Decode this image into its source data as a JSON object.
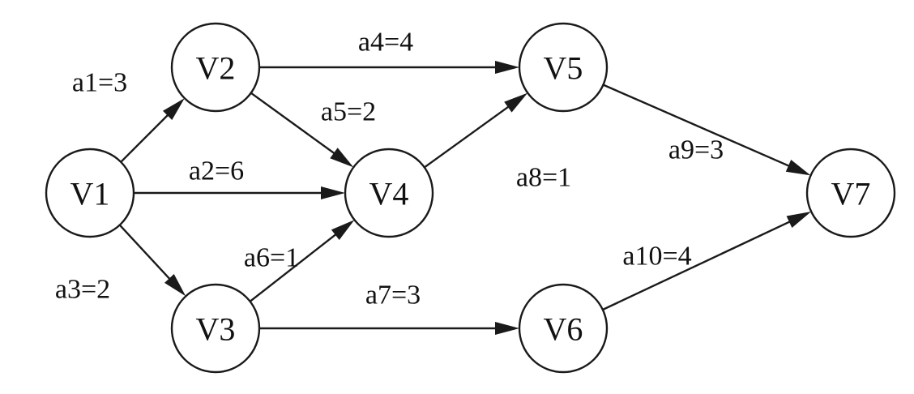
{
  "diagram": {
    "nodes": [
      {
        "id": "v1",
        "label": "V1"
      },
      {
        "id": "v2",
        "label": "V2"
      },
      {
        "id": "v3",
        "label": "V3"
      },
      {
        "id": "v4",
        "label": "V4"
      },
      {
        "id": "v5",
        "label": "V5"
      },
      {
        "id": "v6",
        "label": "V6"
      },
      {
        "id": "v7",
        "label": "V7"
      }
    ],
    "edges": [
      {
        "id": "a1",
        "from": "v1",
        "to": "v2",
        "label": "a1=3"
      },
      {
        "id": "a2",
        "from": "v1",
        "to": "v4",
        "label": "a2=6"
      },
      {
        "id": "a3",
        "from": "v1",
        "to": "v3",
        "label": "a3=2"
      },
      {
        "id": "a4",
        "from": "v2",
        "to": "v5",
        "label": "a4=4"
      },
      {
        "id": "a5",
        "from": "v2",
        "to": "v4",
        "label": "a5=2"
      },
      {
        "id": "a6",
        "from": "v3",
        "to": "v4",
        "label": "a6=1"
      },
      {
        "id": "a7",
        "from": "v3",
        "to": "v6",
        "label": "a7=3"
      },
      {
        "id": "a8",
        "from": "v4",
        "to": "v5",
        "label": "a8=1"
      },
      {
        "id": "a9",
        "from": "v5",
        "to": "v7",
        "label": "a9=3"
      },
      {
        "id": "a10",
        "from": "v6",
        "to": "v7",
        "label": "a10=4"
      }
    ]
  }
}
